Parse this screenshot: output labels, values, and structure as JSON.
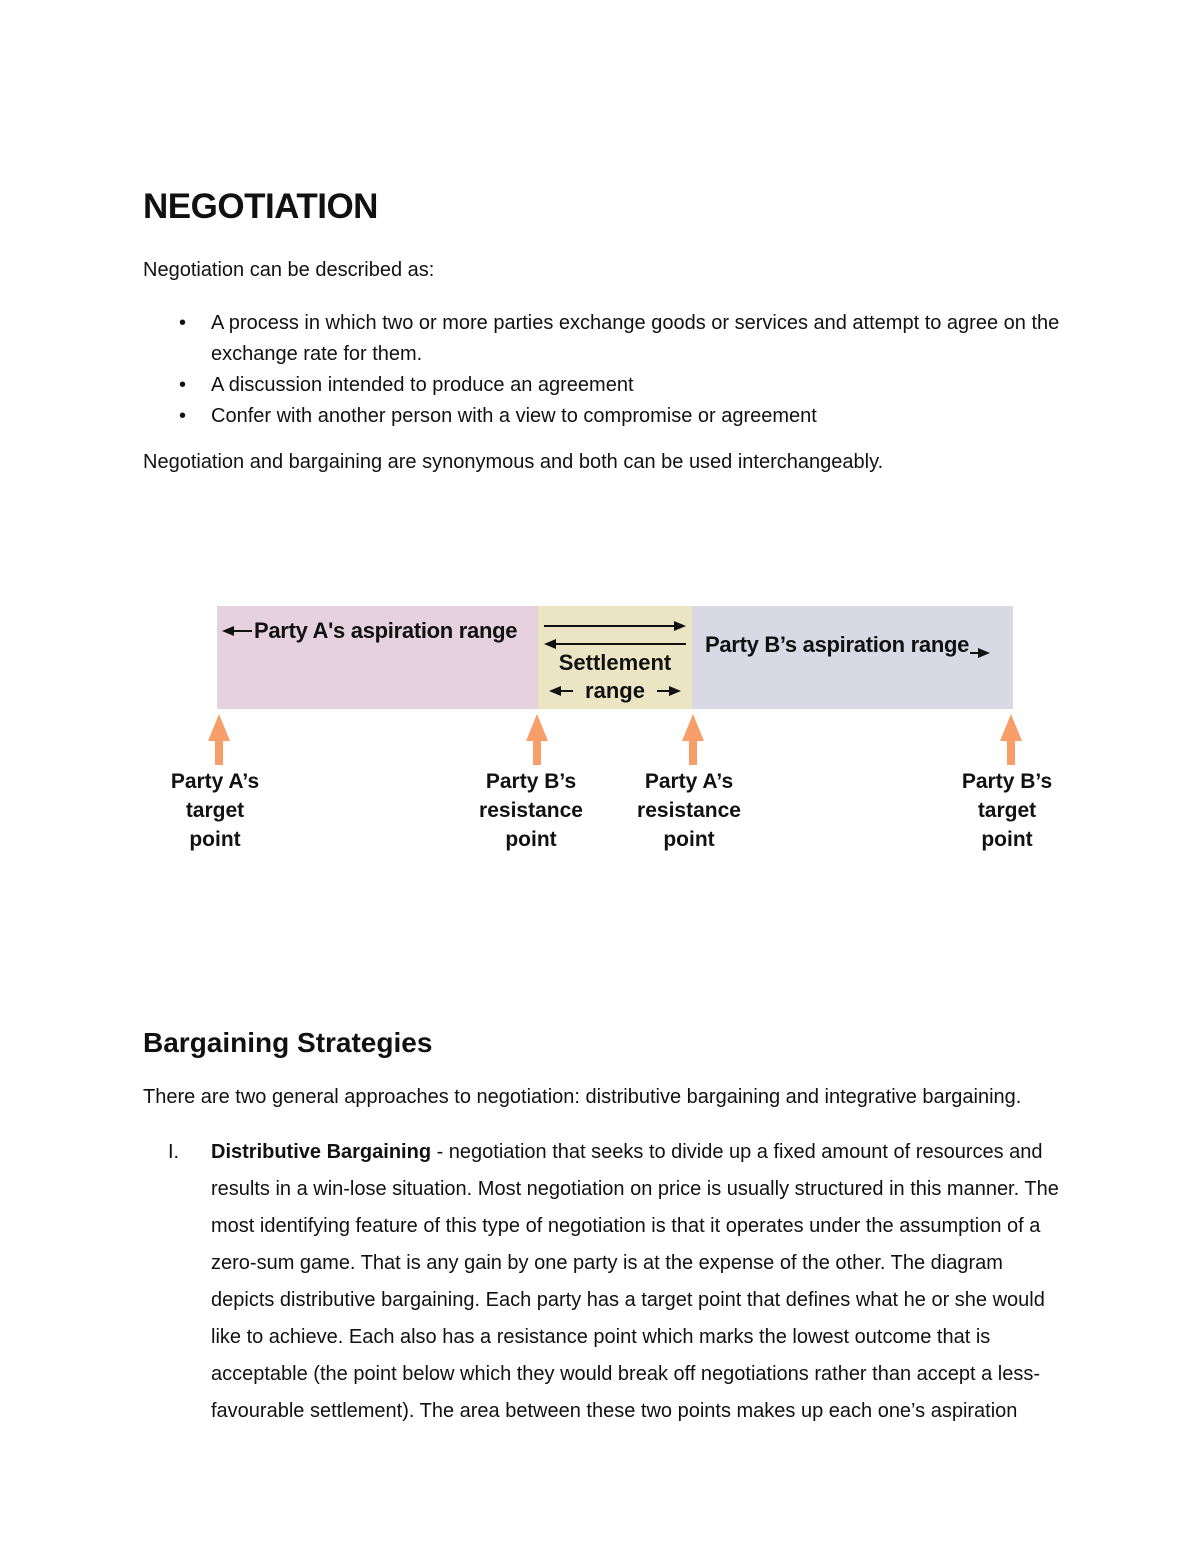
{
  "doc": {
    "title": "NEGOTIATION",
    "intro": "Negotiation can be described as:",
    "bullet_glyph": "•",
    "bullets": [
      "A process in which two or more parties exchange goods or services and attempt to agree on the exchange rate for them.",
      "A discussion intended to produce an agreement",
      "Confer with another person with a view to compromise or agreement"
    ],
    "note": "Negotiation and bargaining are synonymous and both can be used interchangeably.",
    "section2": {
      "heading": "Bargaining Strategies",
      "intro": "There are two general approaches to negotiation: distributive bargaining and integrative bargaining.",
      "item": {
        "number": "I.",
        "term": "Distributive Bargaining",
        "body": "- negotiation that seeks to divide up a fixed amount of resources and results in a win-lose situation. Most negotiation on price is usually structured in this manner. The most identifying feature of this type of negotiation is that it operates under the assumption of a zero-sum game. That is any gain by one party is at the expense of the other.  The diagram depicts distributive bargaining. Each party has a target point that defines what he or she would like to achieve. Each also has a resistance point which marks the lowest outcome that is acceptable (the point below which they would break off negotiations rather than accept a less-favourable settlement). The area between these two points makes up each one’s aspiration"
      }
    }
  },
  "diagram": {
    "party_a_label": "Party A's aspiration range",
    "party_b_label": "Party B’s aspiration range",
    "settlement_line1": "Settlement",
    "settlement_line2": "range",
    "points": [
      {
        "lines": [
          "Party A’s",
          "target",
          "point"
        ]
      },
      {
        "lines": [
          "Party B’s",
          "resistance",
          "point"
        ]
      },
      {
        "lines": [
          "Party A’s",
          "resistance",
          "point"
        ]
      },
      {
        "lines": [
          "Party B’s",
          "target",
          "point"
        ]
      }
    ],
    "colors": {
      "party_a_bg": "#e6d2de",
      "settlement_bg": "#ece5c4",
      "party_b_bg": "#d9d9e6",
      "arrow_orange": "#f89e68"
    }
  }
}
